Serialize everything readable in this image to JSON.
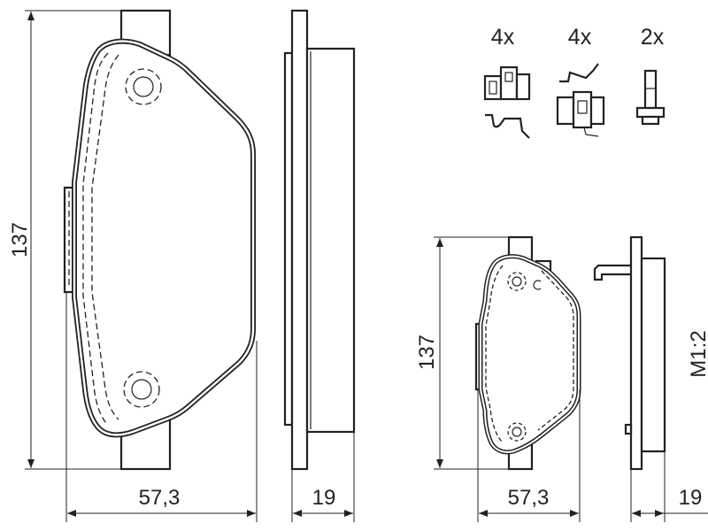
{
  "accessories": {
    "clip_a_qty": "4x",
    "clip_b_qty": "4x",
    "bolt_qty": "2x"
  },
  "pad_large": {
    "height": "137",
    "width": "57,3"
  },
  "side_large": {
    "thickness": "19"
  },
  "pad_small": {
    "height": "137",
    "width": "57,3"
  },
  "side_small": {
    "thickness": "19",
    "scale": "M1:2"
  },
  "colors": {
    "ink": "#222222",
    "background": "#ffffff"
  }
}
